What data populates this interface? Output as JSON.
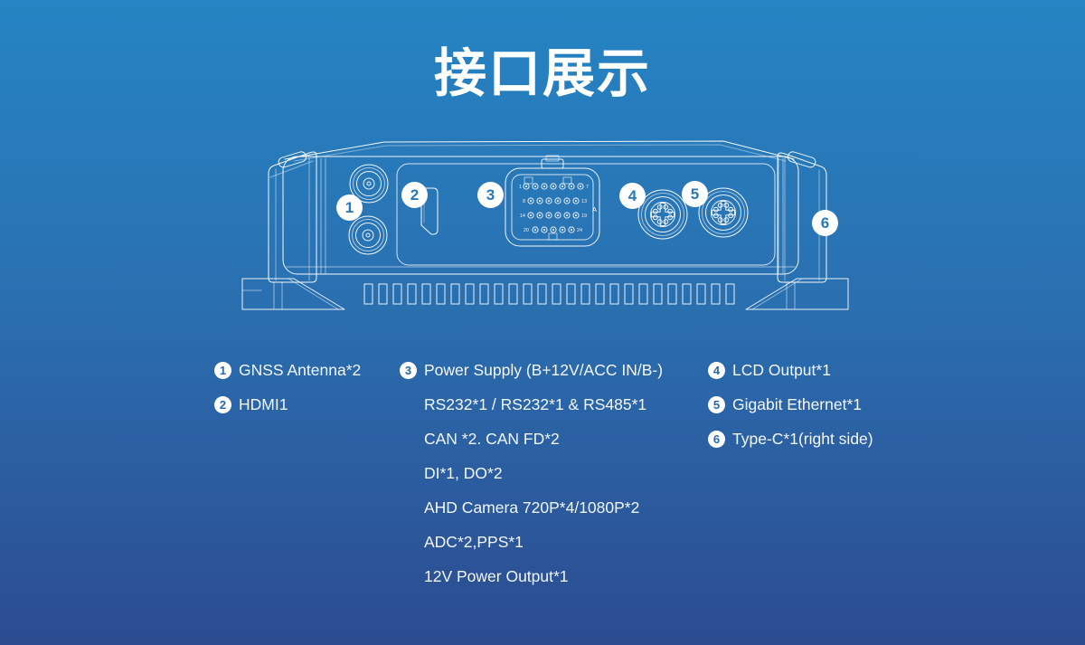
{
  "title": "接口展示",
  "colors": {
    "bg_top": "#2584c3",
    "bg_mid": "#2a70b1",
    "bg_bottom": "#2c4b90",
    "line_art": "#ffffff",
    "callout_number": "#2878b8",
    "bullet_number": "#2b67a8"
  },
  "device": {
    "callouts": [
      {
        "num": "1"
      },
      {
        "num": "2"
      },
      {
        "num": "3"
      },
      {
        "num": "4"
      },
      {
        "num": "5"
      },
      {
        "num": "6"
      }
    ],
    "connector_pin_labels": {
      "r1l": "1",
      "r1r": "7",
      "r2l": "8",
      "r2r": "13",
      "r3l": "14",
      "r3r": "19",
      "r4l": "20",
      "r4r": "24",
      "key": "A"
    }
  },
  "legend": {
    "columns": [
      {
        "items": [
          {
            "num": "1",
            "lines": [
              "GNSS Antenna*2"
            ]
          },
          {
            "num": "2",
            "lines": [
              "HDMI1"
            ]
          }
        ]
      },
      {
        "items": [
          {
            "num": "3",
            "lines": [
              "Power Supply (B+12V/ACC IN/B-)",
              "RS232*1 / RS232*1 & RS485*1",
              "CAN *2. CAN FD*2",
              "DI*1, DO*2",
              "AHD Camera 720P*4/1080P*2",
              "ADC*2,PPS*1",
              "12V Power Output*1"
            ]
          }
        ]
      },
      {
        "items": [
          {
            "num": "4",
            "lines": [
              "LCD Output*1"
            ]
          },
          {
            "num": "5",
            "lines": [
              "Gigabit Ethernet*1"
            ]
          },
          {
            "num": "6",
            "lines": [
              "Type-C*1(right side)"
            ]
          }
        ]
      }
    ]
  }
}
